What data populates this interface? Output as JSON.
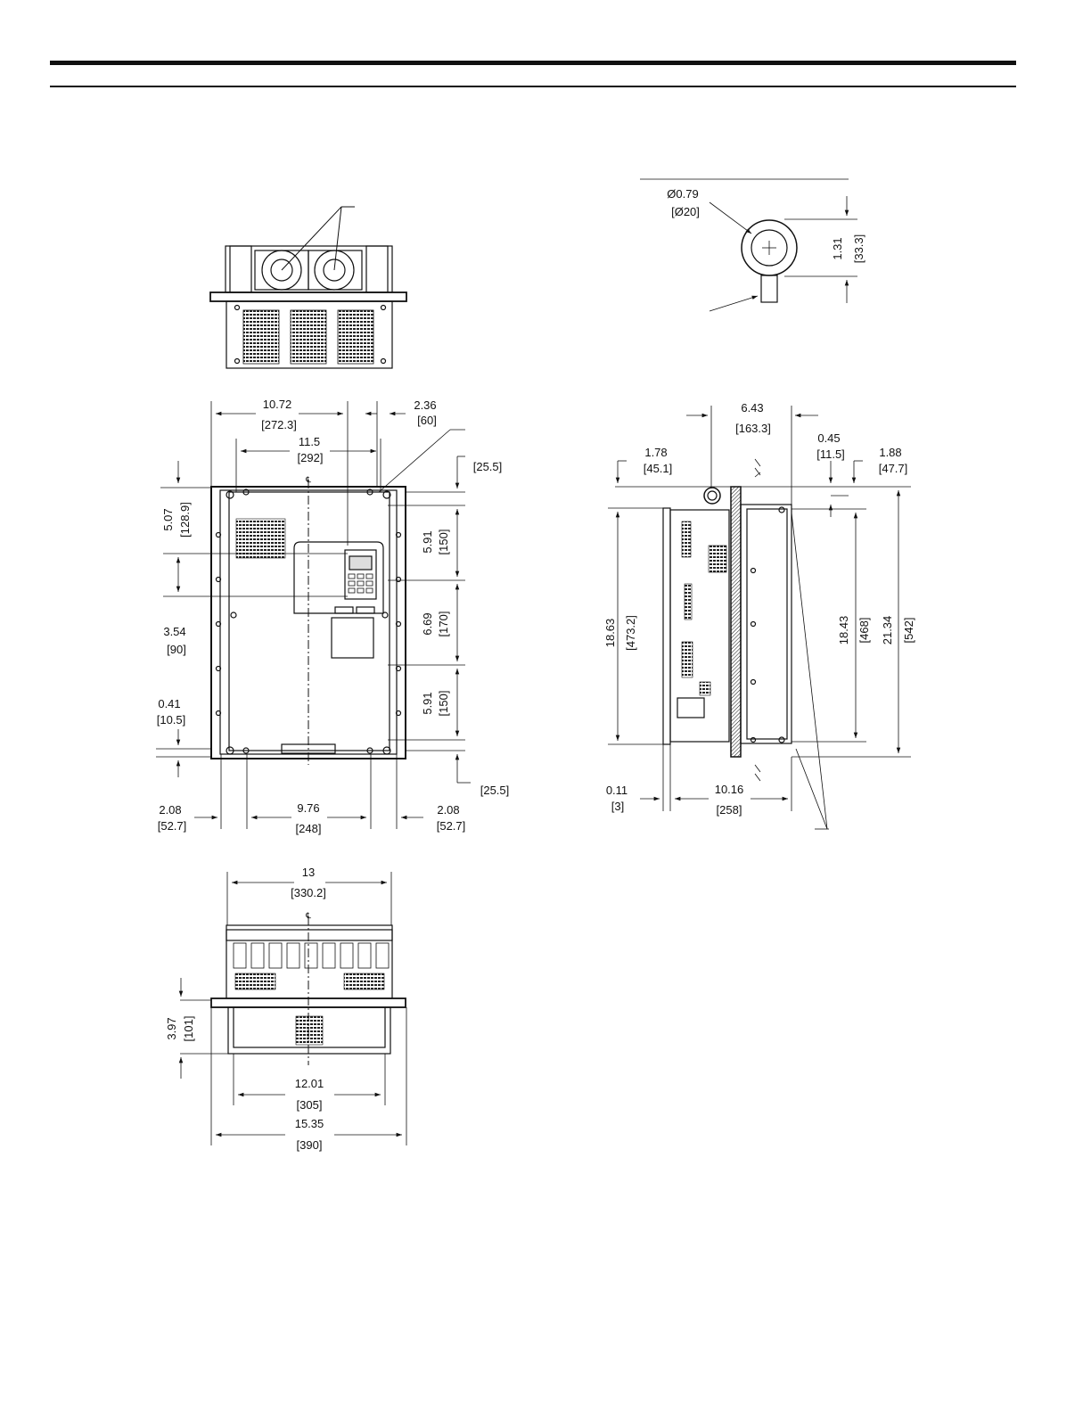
{
  "header": {
    "rule_color": "#111111"
  },
  "eyebolt_detail": {
    "diameter_in": "Ø0.79",
    "diameter_mm": "[Ø20]",
    "height_in": "1.31",
    "height_mm": "[33.3]"
  },
  "front_view": {
    "width_left_in": "10.72",
    "width_left_mm": "[272.3]",
    "offset_right_in": "2.36",
    "offset_right_mm": "[60]",
    "hole_span_in": "11.5",
    "hole_span_mm": "[292]",
    "top_margin_mm": "[25.5]",
    "top_to_keypad_in": "5.07",
    "top_to_keypad_mm": "[128.9]",
    "keypad_height_in": "3.54",
    "keypad_height_mm": "[90]",
    "bottom_margin_in": "0.41",
    "bottom_margin_mm": "[10.5]",
    "seg1_in": "5.91",
    "seg1_mm": "[150]",
    "seg2_in": "6.69",
    "seg2_mm": "[170]",
    "seg3_in": "5.91",
    "seg3_mm": "[150]",
    "bottom_offset_mm": "[25.5]",
    "left_edge_in": "2.08",
    "left_edge_mm": "[52.7]",
    "center_span_in": "9.76",
    "center_span_mm": "[248]",
    "right_edge_in": "2.08",
    "right_edge_mm": "[52.7]",
    "centerline_mark": "℄"
  },
  "bottom_view": {
    "top_width_in": "13",
    "top_width_mm": "[330.2]",
    "depth_in": "3.97",
    "depth_mm": "[101]",
    "inner_width_in": "12.01",
    "inner_width_mm": "[305]",
    "overall_width_in": "15.35",
    "overall_width_mm": "[390]",
    "centerline_mark": "℄"
  },
  "side_view": {
    "depth_top_in": "6.43",
    "depth_top_mm": "[163.3]",
    "left_offset_in": "1.78",
    "left_offset_mm": "[45.1]",
    "flange_in": "0.45",
    "flange_mm": "[11.5]",
    "right_offset_in": "1.88",
    "right_offset_mm": "[47.7]",
    "height_left_in": "18.63",
    "height_left_mm": "[473.2]",
    "height_inner_in": "18.43",
    "height_inner_mm": "[468]",
    "height_overall_in": "21.34",
    "height_overall_mm": "[542]",
    "flange_thick_in": "0.11",
    "flange_thick_mm": "[3]",
    "depth_bottom_in": "10.16",
    "depth_bottom_mm": "[258]"
  }
}
